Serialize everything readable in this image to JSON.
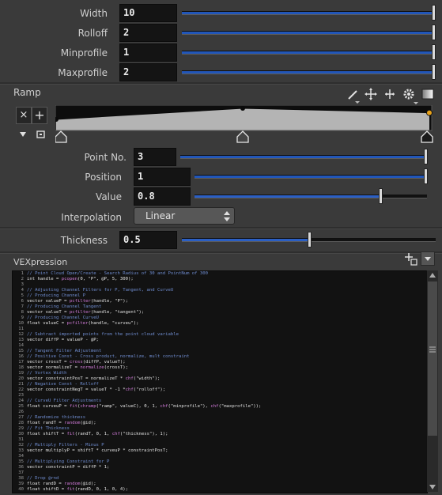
{
  "params": {
    "width": {
      "label": "Width",
      "value": "10",
      "fraction": 1.0
    },
    "rolloff": {
      "label": "Rolloff",
      "value": "2",
      "fraction": 1.0
    },
    "minprofile": {
      "label": "Minprofile",
      "value": "1",
      "fraction": 1.0
    },
    "maxprofile": {
      "label": "Maxprofile",
      "value": "2",
      "fraction": 1.0
    }
  },
  "ramp": {
    "label": "Ramp",
    "delete_label": "×",
    "add_label": "+",
    "point_no": {
      "label": "Point No.",
      "value": "3",
      "fraction": 1.0
    },
    "position": {
      "label": "Position",
      "value": "1",
      "fraction": 1.0
    },
    "value": {
      "label": "Value",
      "value": "0.8",
      "fraction": 0.8
    },
    "interpolation": {
      "label": "Interpolation",
      "selected": "Linear"
    },
    "curve": [
      {
        "pos": 0.0,
        "value": 0.5
      },
      {
        "pos": 0.5,
        "value": 1.0
      },
      {
        "pos": 1.0,
        "value": 0.8
      }
    ]
  },
  "thickness": {
    "label": "Thickness",
    "value": "0.5",
    "fraction": 0.5
  },
  "vex": {
    "label": "VEXpression",
    "lines": [
      {
        "n": "1",
        "t": "// Point Cloud Open/Create - Search Radius of 30 and PointNum of 300",
        "c": "cm"
      },
      {
        "n": "2",
        "t": "int handle = pcopen(0, \"P\", @P, 5, 300);",
        "c": "kw"
      },
      {
        "n": "3",
        "t": "",
        "c": "kw"
      },
      {
        "n": "4",
        "t": "// Adjusting Channel Filters for P, Tangent, and CurveU",
        "c": "cm"
      },
      {
        "n": "5",
        "t": "// Producing Channel P",
        "c": "cm"
      },
      {
        "n": "6",
        "t": "vector valueP = pcfilter(handle, \"P\");",
        "c": "kw"
      },
      {
        "n": "7",
        "t": "// Producing Channel Tangent",
        "c": "cm"
      },
      {
        "n": "8",
        "t": "vector valueT = pcfilter(handle, \"tangent\");",
        "c": "kw"
      },
      {
        "n": "9",
        "t": "// Producing Channel CurveU",
        "c": "cm"
      },
      {
        "n": "10",
        "t": "float valueC = pcfilter(handle, \"curveu\");",
        "c": "kw"
      },
      {
        "n": "11",
        "t": "",
        "c": "kw"
      },
      {
        "n": "12",
        "t": "// Subtract imported points from the point cloud variable",
        "c": "cm"
      },
      {
        "n": "13",
        "t": "vector diffP = valueP - @P;",
        "c": "kw"
      },
      {
        "n": "14",
        "t": "",
        "c": "kw"
      },
      {
        "n": "15",
        "t": "// Tangent Filter Adjustment",
        "c": "cm"
      },
      {
        "n": "16",
        "t": "// Positive Const - Cross product, normalize, mult constraint",
        "c": "cm"
      },
      {
        "n": "17",
        "t": "vector crossT = cross(diffP, valueT);",
        "c": "kw"
      },
      {
        "n": "18",
        "t": "vector normalizeT = normalize(crossT);",
        "c": "kw"
      },
      {
        "n": "19",
        "t": "// Vortex Width",
        "c": "cm"
      },
      {
        "n": "20",
        "t": "vector constraintPosT = normalizeT * chf(\"width\");",
        "c": "kw"
      },
      {
        "n": "21",
        "t": "// Negative Const - Rolloff",
        "c": "cm"
      },
      {
        "n": "22",
        "t": "vector constraintNegT = valueT * -1 *chf(\"rolloff\");",
        "c": "kw"
      },
      {
        "n": "23",
        "t": "",
        "c": "kw"
      },
      {
        "n": "24",
        "t": "// CurveU Filter Adjustments",
        "c": "cm"
      },
      {
        "n": "25",
        "t": "float curveuP = fit(chramp(\"ramp\", valueC), 0, 1, chf(\"minprofile\"), chf(\"maxprofile\"));",
        "c": "kw"
      },
      {
        "n": "26",
        "t": "",
        "c": "kw"
      },
      {
        "n": "27",
        "t": "// Randomize thickness",
        "c": "cm"
      },
      {
        "n": "28",
        "t": "float randT = random(@id);",
        "c": "kw"
      },
      {
        "n": "29",
        "t": "// Fit Thickness",
        "c": "cm"
      },
      {
        "n": "30",
        "t": "float shiftT = fit(randT, 0, 1, chf(\"thickness\"), 1);",
        "c": "kw"
      },
      {
        "n": "31",
        "t": "",
        "c": "kw"
      },
      {
        "n": "32",
        "t": "// Multiply Filters - Minus P",
        "c": "cm"
      },
      {
        "n": "33",
        "t": "vector multiplyP = shiftT * curveuP * constraintPosT;",
        "c": "kw"
      },
      {
        "n": "34",
        "t": "",
        "c": "kw"
      },
      {
        "n": "35",
        "t": "// Multiplying Constraint for P",
        "c": "cm"
      },
      {
        "n": "36",
        "t": "vector constraintP = diffP * 1;",
        "c": "kw"
      },
      {
        "n": "37",
        "t": "",
        "c": "kw"
      },
      {
        "n": "38",
        "t": "// Drop @rnd",
        "c": "cm"
      },
      {
        "n": "39",
        "t": "float randD = random(@id);",
        "c": "kw"
      },
      {
        "n": "40",
        "t": "float shiftD = fit(randD, 0, 1, 0, 4);",
        "c": "kw"
      }
    ]
  },
  "colors": {
    "accent": "#2b5fc4",
    "panel": "#3a3a3a",
    "field": "#141414"
  }
}
